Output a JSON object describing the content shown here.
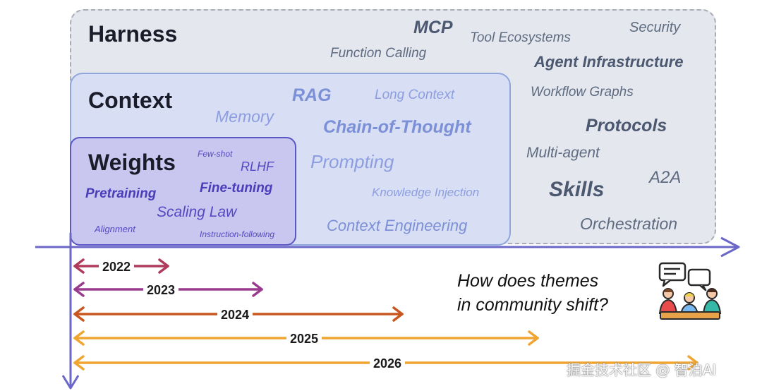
{
  "harness": {
    "title": "Harness",
    "terms": {
      "mcp": "MCP",
      "tool_ecosystems": "Tool Ecosystems",
      "security": "Security",
      "function_calling": "Function Calling",
      "agent_infrastructure": "Agent Infrastructure",
      "workflow_graphs": "Workflow Graphs",
      "protocols": "Protocols",
      "multi_agent": "Multi-agent",
      "a2a": "A2A",
      "skills": "Skills",
      "orchestration": "Orchestration"
    }
  },
  "context": {
    "title": "Context",
    "terms": {
      "rag": "RAG",
      "long_context": "Long Context",
      "memory": "Memory",
      "chain_of_thought": "Chain-of-Thought",
      "prompting": "Prompting",
      "knowledge_injection": "Knowledge Injection",
      "context_engineering": "Context Engineering"
    }
  },
  "weights": {
    "title": "Weights",
    "terms": {
      "few_shot": "Few-shot",
      "rlhf": "RLHF",
      "pretraining": "Pretraining",
      "fine_tuning": "Fine-tuning",
      "scaling_law": "Scaling Law",
      "alignment": "Alignment",
      "instruction_following": "Instruction-following"
    }
  },
  "timeline": [
    {
      "year": "2022",
      "color": "#b03a5b"
    },
    {
      "year": "2023",
      "color": "#9a3a8e"
    },
    {
      "year": "2024",
      "color": "#c8561e"
    },
    {
      "year": "2025",
      "color": "#f0a531"
    },
    {
      "year": "2026",
      "color": "#f0a531"
    }
  ],
  "question": {
    "line1": "How does themes",
    "line2": "in community shift?"
  },
  "icon": "community-discussion-icon",
  "watermark": "掘金技术社区 @ 智泊AI",
  "colors": {
    "axis": "#6a67c9",
    "harness_fill": "#e4e7ee",
    "context_fill": "#d8def3",
    "weights_fill": "#c9c6f0"
  }
}
